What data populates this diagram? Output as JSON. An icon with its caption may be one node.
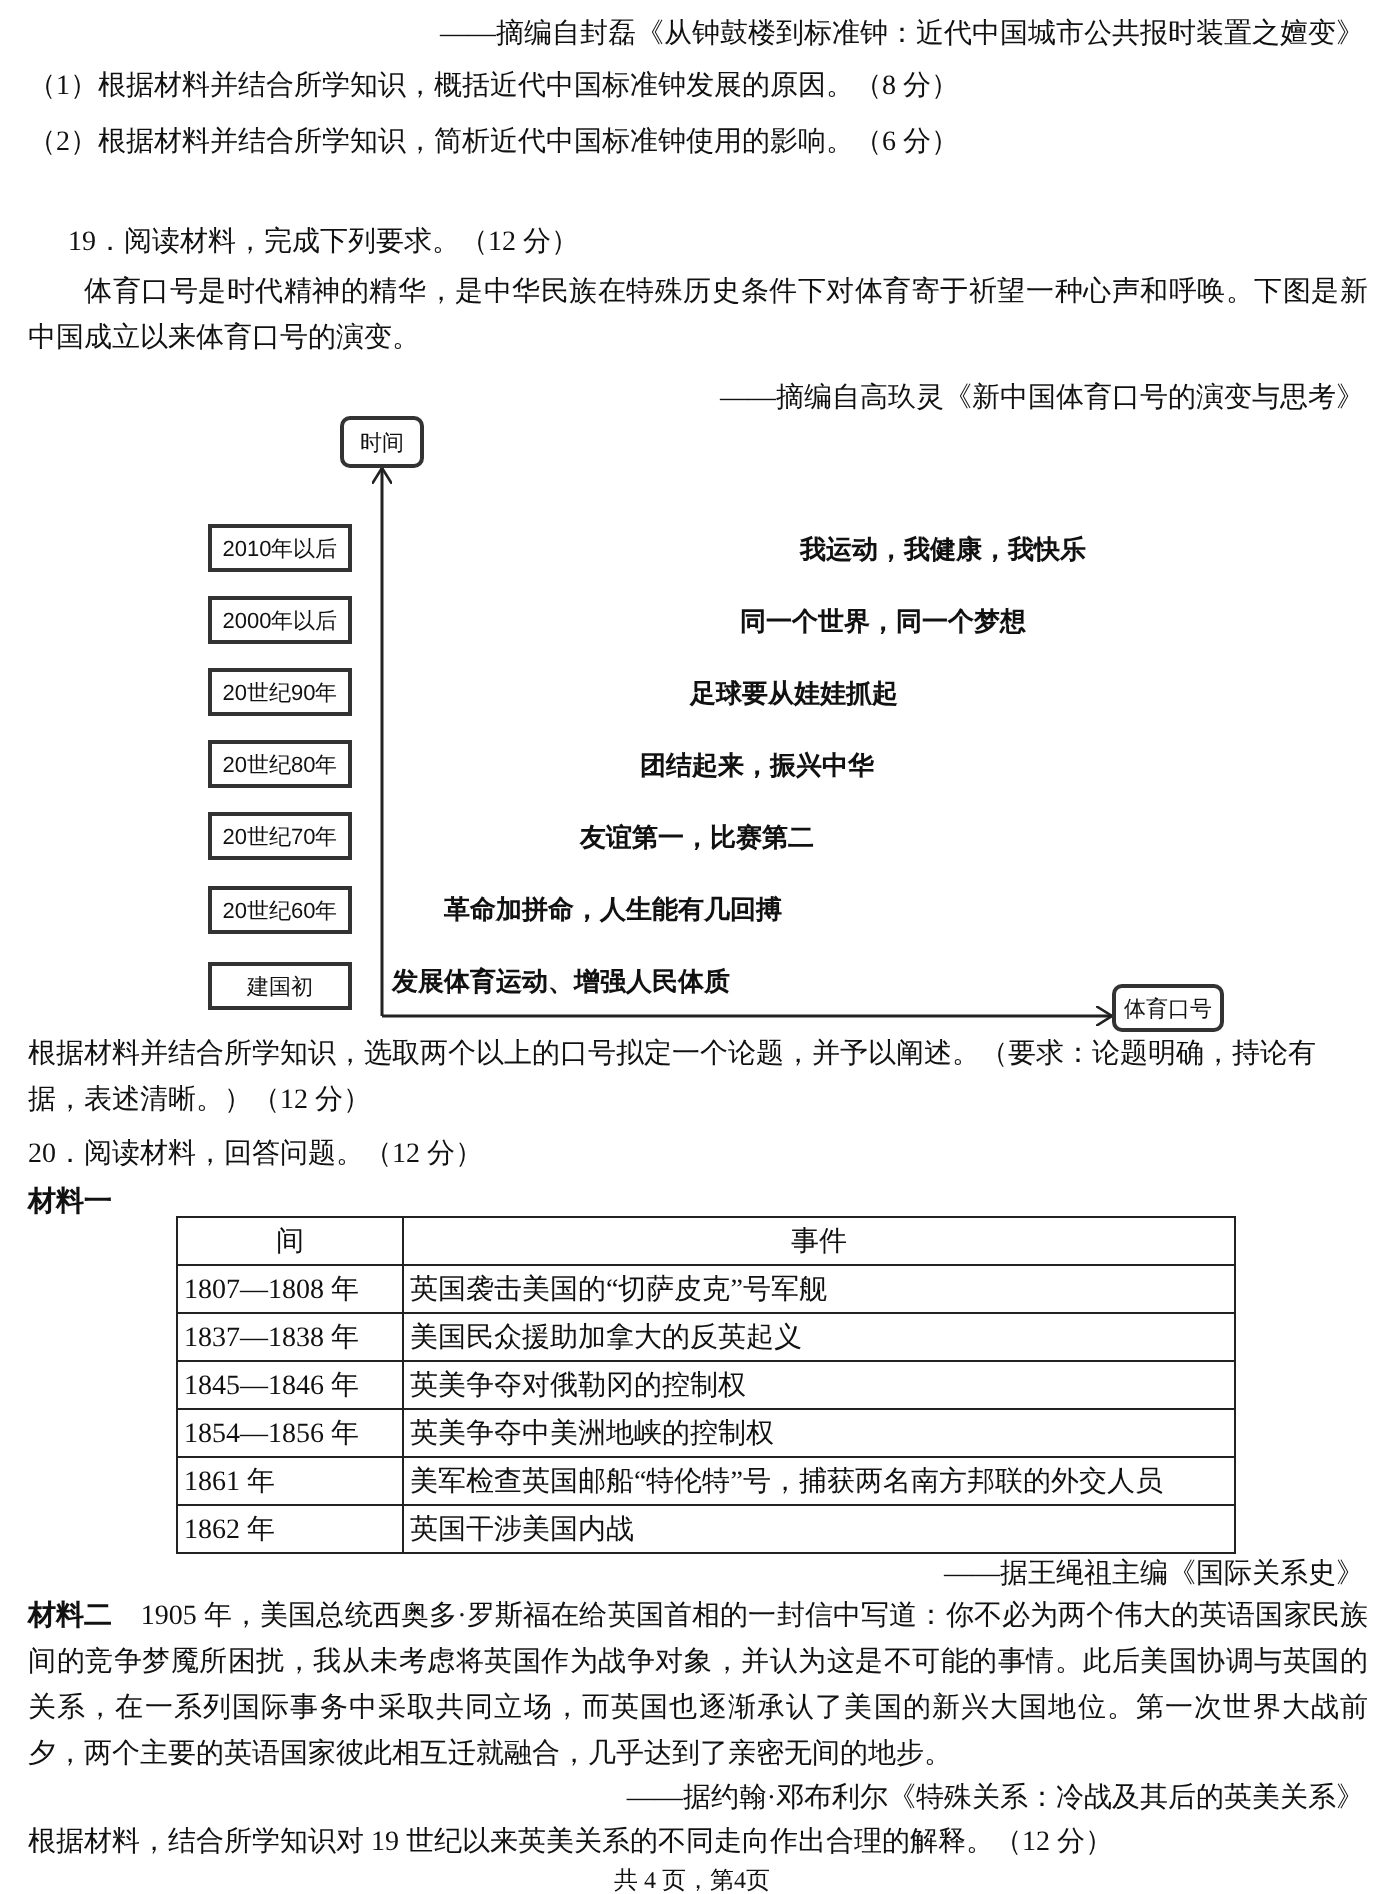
{
  "diagram": {
    "nodes": [
      {
        "text": [
          "时间"
        ]
      },
      {
        "text": [
          "2010年以后"
        ]
      },
      {
        "text": [
          "2000年以后"
        ]
      },
      {
        "text": [
          "20世纪90年"
        ]
      },
      {
        "text": [
          "20世纪80年"
        ]
      },
      {
        "text": [
          "20世纪70年"
        ]
      },
      {
        "text": [
          "20世纪60年"
        ]
      },
      {
        "text": [
          "建国初"
        ]
      },
      {
        "text": [
          "体育口号"
        ]
      }
    ],
    "edges": [
      {
        "from": null,
        "to": 0,
        "arrow": "to"
      },
      {
        "from": null,
        "to": 8,
        "arrow": "to"
      }
    ],
    "labels": [
      "——摘编自封磊《从钟鼓楼到标准钟：近代中国城市公共报时装置之嬗变》",
      "（1）根据材料并结合所学知识，概括近代中国标准钟发展的原因。（8 分）",
      "（2）根据材料并结合所学知识，简析近代中国标准钟使用的影响。（6 分）",
      "19．阅读材料，完成下列要求。（12 分）",
      "体育口号是时代精神的精华，是中华民族在特殊历史条件下对体育寄于祈望一种心声和呼唤。下图是新中国成立以来体育口号的演变。",
      "——摘编自高玖灵《新中国体育口号的演变与思考》",
      "我运动，我健康，我快乐",
      "同一个世界，同一个梦想",
      "足球要从娃娃抓起",
      "团结起来，振兴中华",
      "友谊第一，比赛第二",
      "革命加拼命，人生能有几回搏",
      "发展体育运动、增强人民体质",
      "根据材料并结合所学知识，选取两个以上的口号拟定一个论题，并予以阐述。（要求：论题明确，持论有据，表述清晰。）（12 分）",
      "20．阅读材料，回答问题。（12 分）",
      "材料一",
      "间",
      "事件",
      "1807—1808 年",
      "英国袭击美国的“切萨皮克”号军舰",
      "1837—1838 年",
      "美国民众援助加拿大的反英起义",
      "1845—1846 年",
      "英美争夺对俄勒冈的控制权",
      "1854—1856 年",
      "英美争夺中美洲地峡的控制权",
      "1861 年",
      "美军检查英国邮船“特伦特”号，捕获两名南方邦联的外交人员",
      "1862 年",
      "英国干涉美国内战",
      "——据王绳祖主编《国际关系史》",
      "**材料二**　1905 年，美国总统西奥多·罗斯福在给英国首相的一封信中写道：你不必为两个伟大的英语国家民族间的竞争梦魇所困扰，我从未考虑将英国作为战争对象，并认为这是不可能的事情。此后美国协调与英国的关系，在一系列国际事务中采取共同立场，而英国也逐渐承认了美国的新兴大国地位。第一次世界大战前夕，两个主要的英语国家彼此相互迁就融合，几乎达到了亲密无间的地步。",
      "——据约翰·邓布利尔《特殊关系：冷战及其后的英美关系》",
      "根据材料，结合所学知识对 19 世纪以来英美关系的不同走向作出合理的解释。（12 分）",
      "共 4 页，第4页"
    ]
  }
}
